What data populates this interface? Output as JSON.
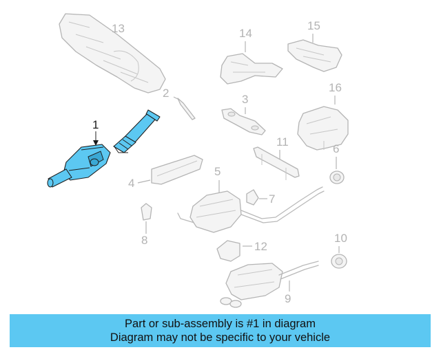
{
  "diagram": {
    "callouts": [
      "1",
      "2",
      "3",
      "4",
      "5",
      "6",
      "7",
      "8",
      "9",
      "10",
      "11",
      "12",
      "13",
      "14",
      "15",
      "16"
    ],
    "highlighted_part": "1"
  },
  "banner": {
    "line1": "Part or sub-assembly is #1 in diagram",
    "line2": "Diagram may not be specific to your vehicle"
  },
  "colors": {
    "highlight": "#5cc8f2",
    "ghost_stroke": "#b4b4b4",
    "banner_bg": "#5cc8f2"
  }
}
